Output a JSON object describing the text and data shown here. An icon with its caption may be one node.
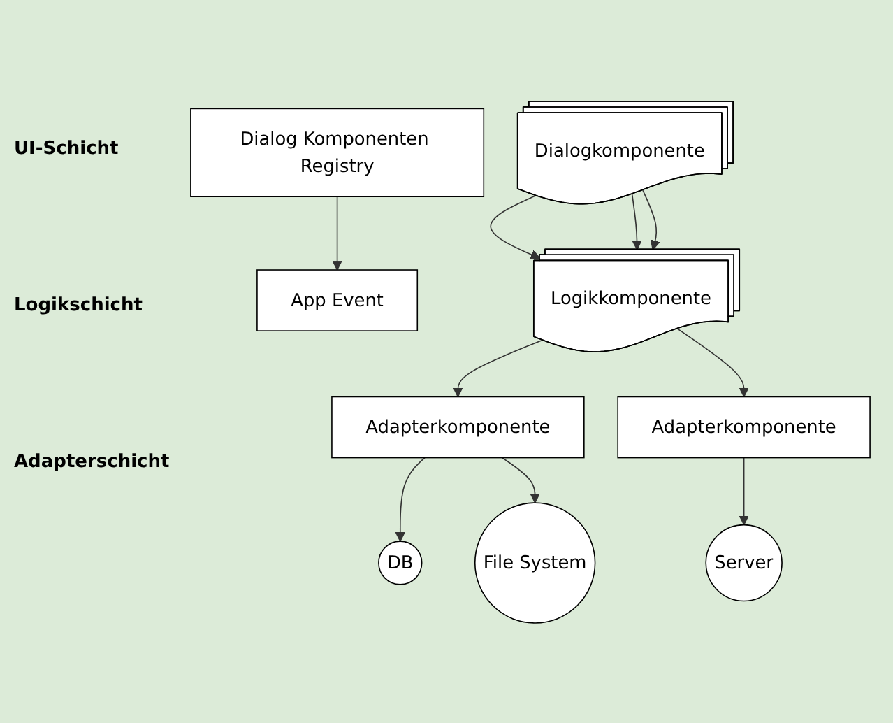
{
  "diagram": {
    "nodes": [
      {
        "text": [
          "Dialog Komponenten Registry"
        ]
      },
      {
        "text": [
          "Dialogkomponente"
        ]
      },
      {
        "text": [
          "App Event"
        ]
      },
      {
        "text": [
          "Logikkomponente"
        ]
      },
      {
        "text": [
          "Adapterkomponente"
        ]
      },
      {
        "text": [
          "Adapterkomponente"
        ]
      },
      {
        "text": [
          "DB"
        ]
      },
      {
        "text": [
          "File System"
        ]
      },
      {
        "text": [
          "Server"
        ]
      }
    ],
    "edges": [
      {
        "from": 0,
        "to": 2,
        "arrow": "to"
      },
      {
        "from": 1,
        "to": 3,
        "arrow": "to"
      },
      {
        "from": 1,
        "to": 3,
        "arrow": "to"
      },
      {
        "from": 1,
        "to": 3,
        "arrow": "to"
      },
      {
        "from": 3,
        "to": 4,
        "arrow": "to"
      },
      {
        "from": 3,
        "to": 5,
        "arrow": "to"
      },
      {
        "from": 4,
        "to": 6,
        "arrow": "to"
      },
      {
        "from": 4,
        "to": 7,
        "arrow": "to"
      },
      {
        "from": 5,
        "to": 8,
        "arrow": "to"
      }
    ],
    "labels": [
      "UI-Schicht",
      "Logikschicht",
      "Adapterschicht"
    ]
  }
}
